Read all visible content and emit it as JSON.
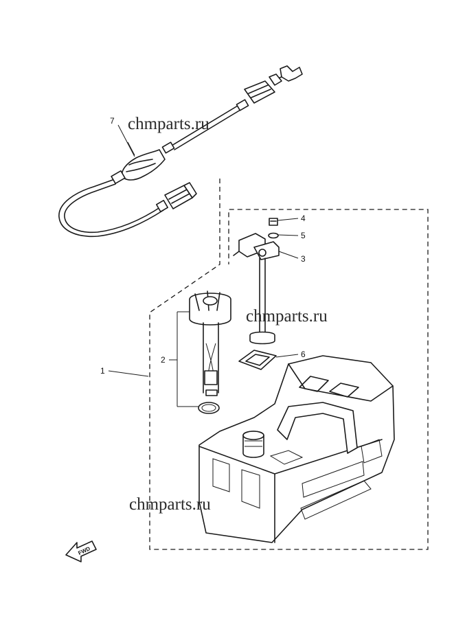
{
  "watermark": {
    "text": "chmparts.ru"
  },
  "fwd_label": "FWD",
  "callouts": [
    {
      "id": "1",
      "label": "1"
    },
    {
      "id": "2",
      "label": "2"
    },
    {
      "id": "3",
      "label": "3"
    },
    {
      "id": "4",
      "label": "4"
    },
    {
      "id": "5",
      "label": "5"
    },
    {
      "id": "6",
      "label": "6"
    },
    {
      "id": "7",
      "label": "7"
    }
  ]
}
